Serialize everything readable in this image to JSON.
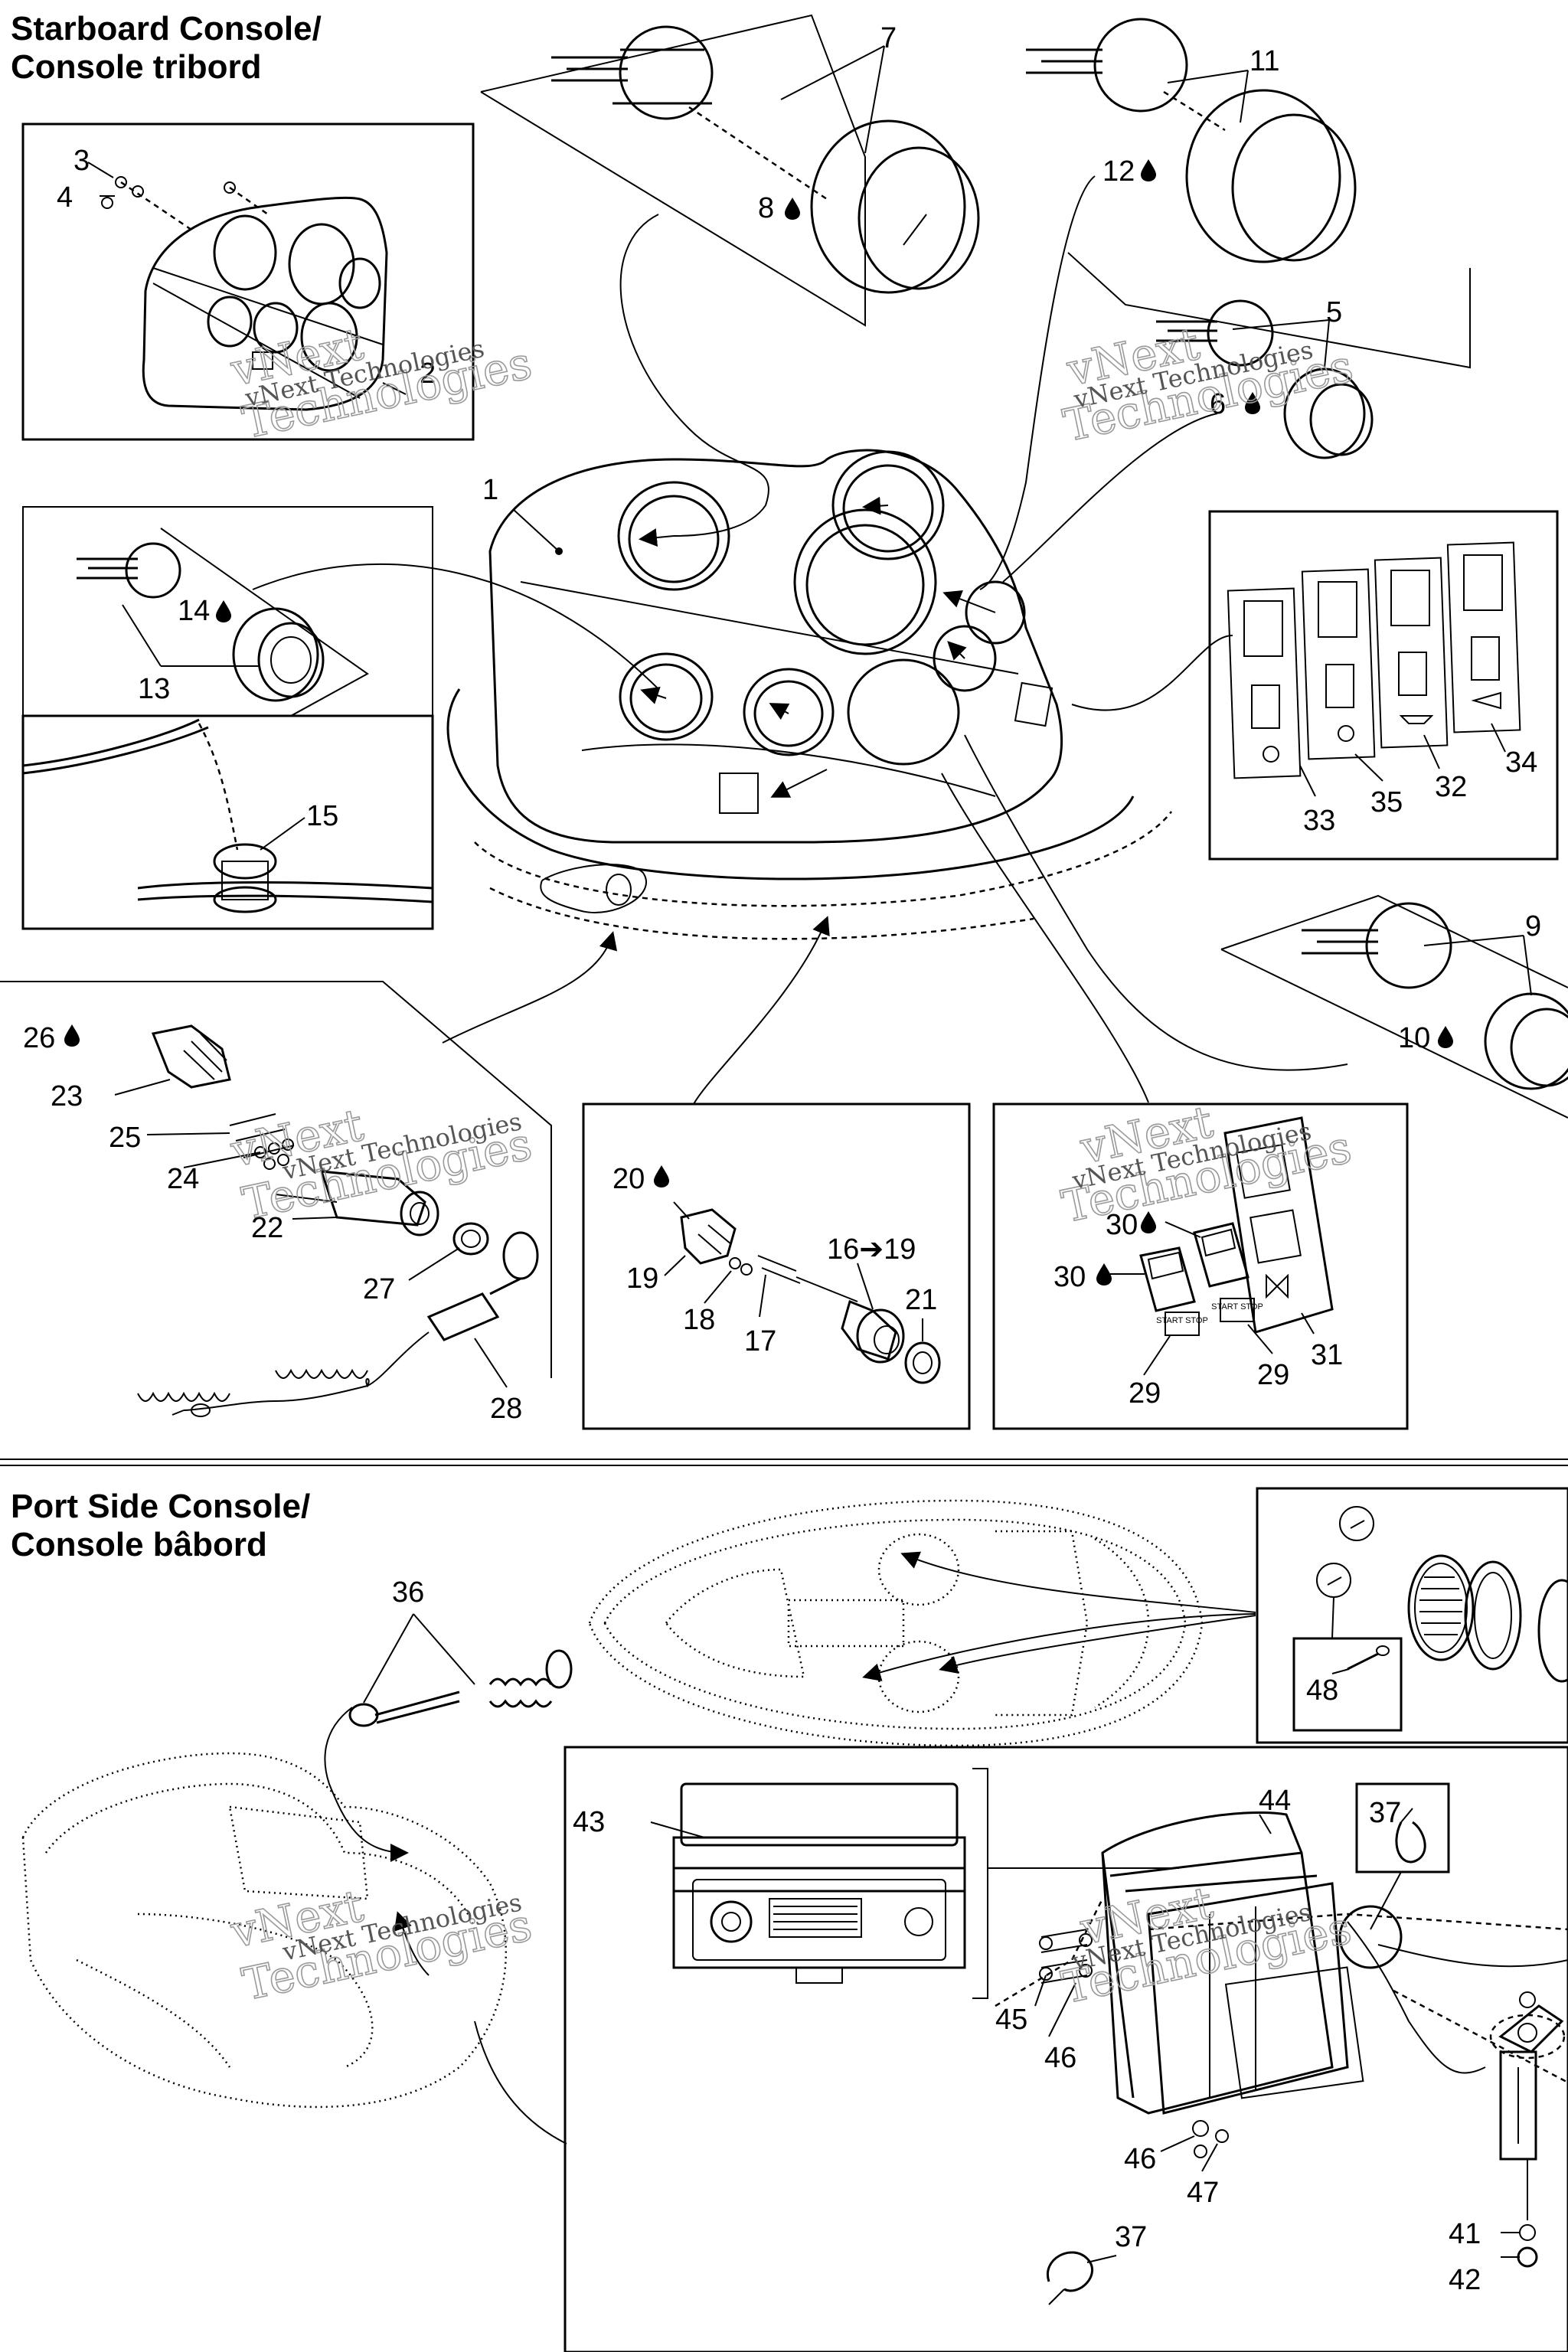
{
  "titles": {
    "starboard_line1": "Starboard Console/",
    "starboard_line2": "Console tribord",
    "port_line1": "Port Side Console/",
    "port_line2": "Console bâbord"
  },
  "watermark": {
    "line_a": "vNext Technologies",
    "line_b1": "vNext",
    "line_b2": "Technologies"
  },
  "fluid_icon": "oil-drop-icon",
  "callouts": {
    "c1": "1",
    "c2": "2",
    "c3": "3",
    "c4": "4",
    "c5": "5",
    "c6": "6",
    "c7": "7",
    "c8": "8",
    "c9": "9",
    "c10": "10",
    "c11": "11",
    "c12": "12",
    "c13": "13",
    "c14": "14",
    "c15": "15",
    "c16": "16➔19",
    "c17": "17",
    "c18": "18",
    "c19": "19",
    "c20": "20",
    "c21": "21",
    "c22": "22",
    "c23": "23",
    "c24": "24",
    "c25": "25",
    "c26": "26",
    "c27": "27",
    "c28": "28",
    "c29a": "29",
    "c29b": "29",
    "c30a": "30",
    "c30b": "30",
    "c31": "31",
    "c32": "32",
    "c33": "33",
    "c34": "34",
    "c35": "35",
    "c36": "36",
    "c37a": "37",
    "c37b": "37",
    "c41": "41",
    "c42": "42",
    "c43": "43",
    "c44": "44",
    "c45": "45",
    "c46a": "46",
    "c46b": "46",
    "c47": "47",
    "c48": "48"
  },
  "panel_text": {
    "start_stop_a": "START STOP",
    "start_stop_b": "START STOP"
  }
}
